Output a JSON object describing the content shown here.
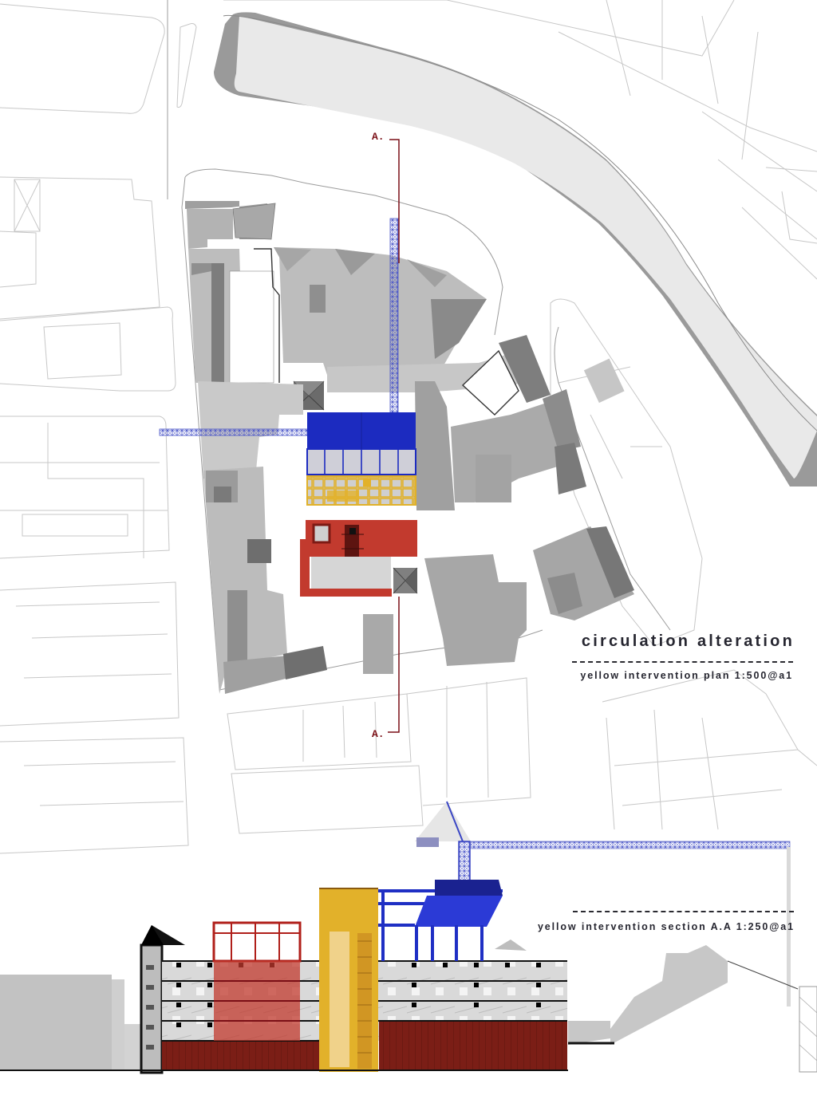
{
  "drawing": {
    "title": "circulation alteration",
    "plan_label": "yellow intervention plan 1:500@a1",
    "section_label": "yellow intervention section A.A 1:250@a1",
    "section_cut": {
      "marker_top": "A.",
      "marker_bottom": "A."
    }
  },
  "legend_colors": {
    "yellow_intervention": "#e2b12a",
    "blue_intervention": "#1f2fc4",
    "red_intervention": "#c23a2e",
    "existing_base": "#7b1e16",
    "section_line": "#7a0f16",
    "crane": "#4a55c8",
    "built_fabric": "#9a9a9a",
    "river_edge": "#8c8c8c"
  },
  "plan": {
    "north_block": "river bend with embankment",
    "interventions": [
      {
        "name": "blue block",
        "color": "blue_intervention"
      },
      {
        "name": "yellow circulation strip",
        "color": "yellow_intervention"
      },
      {
        "name": "red block",
        "color": "red_intervention"
      }
    ]
  },
  "section": {
    "floors": 4,
    "elements": [
      "stair tower with arrow roof",
      "red frame volume",
      "yellow circulation core",
      "blue frame canopy",
      "tower crane",
      "scaffolding"
    ]
  }
}
